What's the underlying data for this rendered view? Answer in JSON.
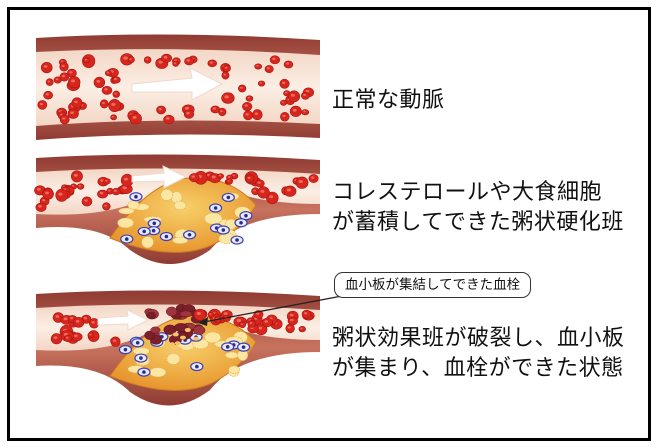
{
  "labels": {
    "normal": "正常な動脈",
    "plaque_line1": "コレステロールや大食細胞",
    "plaque_line2": "が蓄積してできた粥状硬化班",
    "callout": "血小板が集結してできた血栓",
    "rupture_line1": "粥状効果班が破裂し、血小板",
    "rupture_line2": "が集まり、血栓ができた状態"
  },
  "icons": [
    "flow-arrow-icon",
    "red-blood-cell-icon",
    "macrophage-icon",
    "cholesterol-crystal-icon",
    "platelet-clot-icon"
  ],
  "colors": {
    "artery_wall": "#b85a4a",
    "lumen": "#f6e3d3",
    "red_cell": "#d7261e",
    "plaque": "#f2b04a",
    "macrophage": "#3d3fb0",
    "clot": "#7a1f2a",
    "flow_arrow": "#ffffff"
  }
}
